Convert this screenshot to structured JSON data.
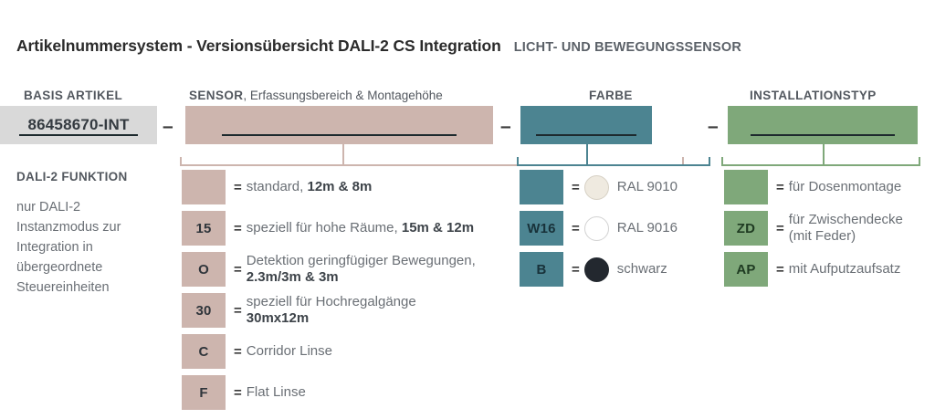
{
  "title": {
    "main": "Artikelnummersystem - Versionsübersicht DALI-2 CS Integration",
    "sub": "LICHT- UND BEWEGUNGSSENSOR"
  },
  "colors": {
    "sensor": "#cdb5ae",
    "farbe": "#4c8491",
    "installation": "#7fa87a",
    "basis": "#d9d9d9",
    "ral9010": "#efeae0",
    "ral9016": "#ffffff",
    "schwarz": "#23282f"
  },
  "columns": {
    "basis": {
      "header": "BASIS ARTIKEL",
      "code": "86458670-INT"
    },
    "sensor": {
      "header_strong": "SENSOR",
      "header_rest": ", Erfassungsbereich & Montagehöhe"
    },
    "farbe": {
      "header": "FARBE"
    },
    "installation": {
      "header": "INSTALLATIONSTYP"
    }
  },
  "separators": {
    "dash": "–"
  },
  "dali": {
    "title": "DALI-2 FUNKTION",
    "body": "nur DALI-2 Instanzmodus zur Integration in übergeordnete Steuereinheiten"
  },
  "legend_sensor": {
    "equals": "=",
    "rows": [
      {
        "code": "",
        "text_plain": "standard, ",
        "text_bold": "12m & 8m"
      },
      {
        "code": "15",
        "text_plain": "speziell für hohe Räume, ",
        "text_bold": "15m & 12m"
      },
      {
        "code": "O",
        "text_plain": "Detektion geringfügiger Bewegungen,\n",
        "text_bold": "2.3m/3m & 3m"
      },
      {
        "code": "30",
        "text_plain": "speziell für Hochregalgänge\n",
        "text_bold": "30mx12m"
      },
      {
        "code": "C",
        "text_plain": "Corridor Linse",
        "text_bold": ""
      },
      {
        "code": "F",
        "text_plain": "Flat Linse",
        "text_bold": ""
      }
    ]
  },
  "legend_farbe": {
    "equals": "=",
    "rows": [
      {
        "code": "",
        "dot": "ral9010",
        "text": "RAL 9010"
      },
      {
        "code": "W16",
        "dot": "ral9016",
        "text": "RAL 9016"
      },
      {
        "code": "B",
        "dot": "schwarz",
        "text": "schwarz"
      }
    ]
  },
  "legend_installation": {
    "equals": "=",
    "rows": [
      {
        "code": "",
        "text": "für Dosenmontage"
      },
      {
        "code": "ZD",
        "text": "für Zwischendecke\n(mit Feder)"
      },
      {
        "code": "AP",
        "text": "mit Aufputzaufsatz"
      }
    ]
  }
}
